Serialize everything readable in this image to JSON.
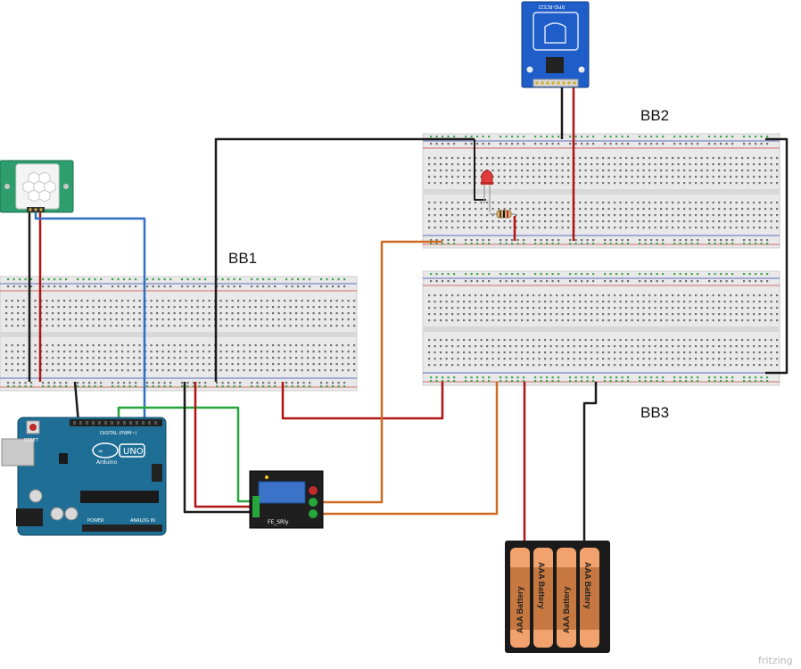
{
  "labels": {
    "bb1": "BB1",
    "bb2": "BB2",
    "bb3": "BB3"
  },
  "components": {
    "arduino_brand": "UNO",
    "arduino_sub": "Arduino",
    "arduino_reset": "RESET",
    "arduino_digital": "DIGITAL (PWM~)",
    "arduino_power": "POWER",
    "arduino_analog": "ANALOG IN",
    "relay_label": "FE_SRly",
    "rfid_label": "RFID-RC522",
    "battery_label": "AAA Battery"
  },
  "watermark": "fritzing",
  "colors": {
    "wire_black": "#1a1a1a",
    "wire_red": "#b01515",
    "wire_blue": "#2f6fc4",
    "wire_green": "#25a63a",
    "wire_orange": "#cf6a22",
    "board_blue": "#1f6e96",
    "rfid_blue": "#1f5ec9",
    "breadboard": "#e9e9e9"
  }
}
